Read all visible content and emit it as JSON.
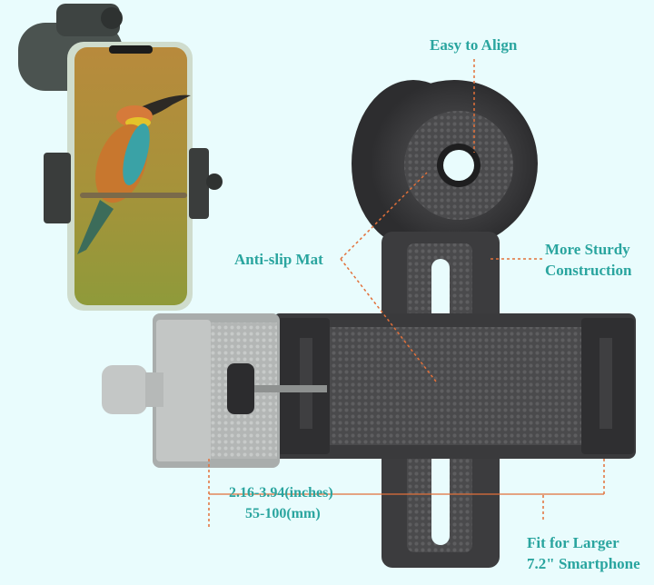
{
  "product": {
    "description": "Phone adapter mount for monocular/spotting scope",
    "inset": {
      "subject": "smartphone mounted on monocular showing bee-eater bird photo"
    }
  },
  "callouts": [
    {
      "id": "align",
      "text": "Easy to Align"
    },
    {
      "id": "mat",
      "text": "Anti-slip Mat"
    },
    {
      "id": "sturdy_1",
      "text": "More Sturdy"
    },
    {
      "id": "sturdy_2",
      "text": "Construction"
    },
    {
      "id": "fit_1",
      "text": "Fit for Larger"
    },
    {
      "id": "fit_2",
      "text": "7.2\" Smartphone"
    }
  ],
  "dimension": {
    "inches": "2.16-3.94(inches)",
    "mm": "55-100(mm)"
  },
  "colors": {
    "background": "#e9fcfd",
    "label_text": "#2aa59f",
    "guide_line": "#e2703a",
    "mount_body": "#3a3a3c",
    "clamp_light": "#b9bcbb"
  }
}
